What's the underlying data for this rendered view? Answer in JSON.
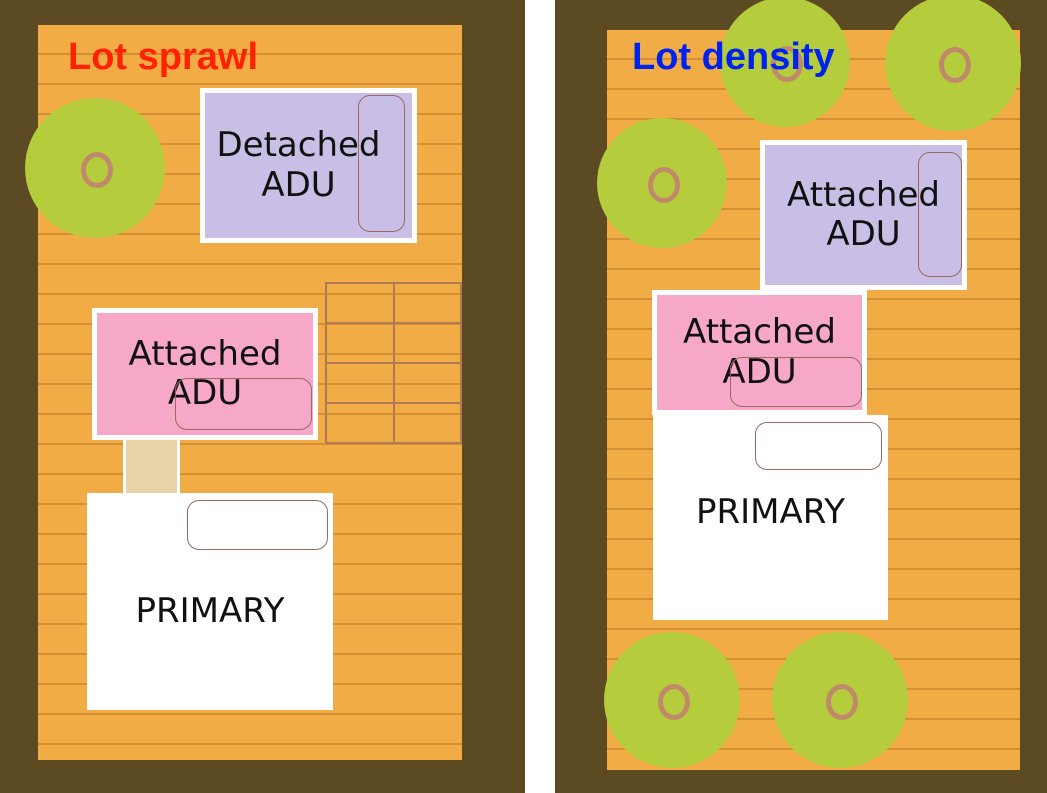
{
  "left": {
    "title": "Lot sprawl",
    "detached": [
      "Detached",
      "ADU"
    ],
    "attached": [
      "Attached",
      "ADU"
    ],
    "primary": "PRIMARY"
  },
  "right": {
    "title": "Lot density",
    "attached_top": [
      "Attached",
      "ADU"
    ],
    "attached_bottom": [
      "Attached",
      "ADU"
    ],
    "primary": "PRIMARY"
  },
  "colors": {
    "sprawl_title": "#ff2200",
    "density_title": "#0022ee",
    "tree": "#b5cc3c",
    "lavender": "#c9bfe6",
    "pink": "#f7a8c8"
  }
}
